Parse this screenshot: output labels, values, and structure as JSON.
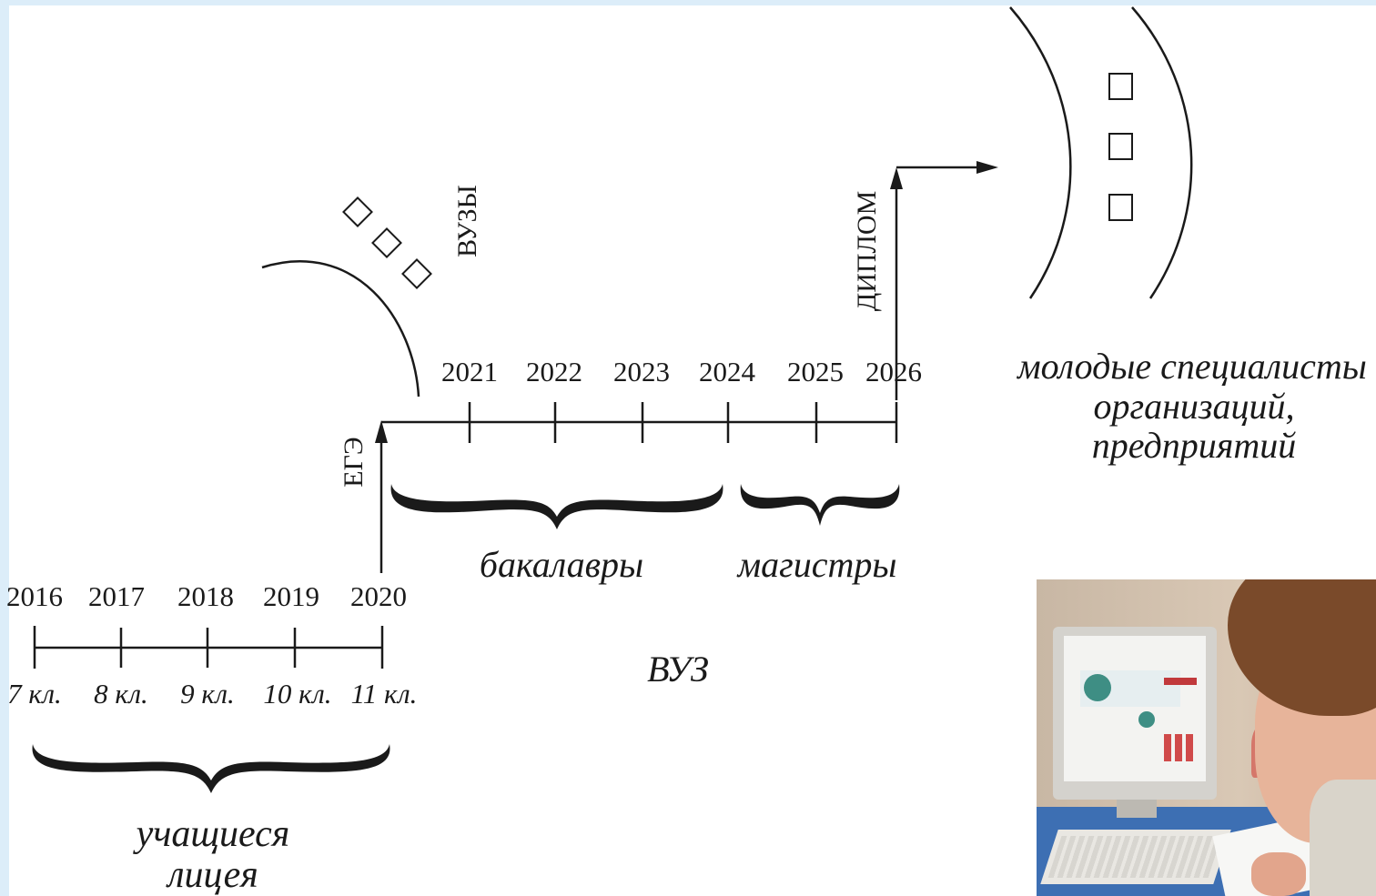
{
  "school": {
    "years": [
      "2016",
      "2017",
      "2018",
      "2019",
      "2020"
    ],
    "grades": [
      "7 кл.",
      "8 кл.",
      "9 кл.",
      "10 кл.",
      "11 кл."
    ],
    "caption_line1": "учащиеся",
    "caption_line2": "лицея"
  },
  "exam_label": "ЕГЭ",
  "universities_label": "ВУЗЫ",
  "university": {
    "years": [
      "2021",
      "2022",
      "2023",
      "2024",
      "2025",
      "2026"
    ],
    "bachelors": "бакалавры",
    "masters": "магистры",
    "label": "ВУЗ"
  },
  "diploma_label": "ДИПЛОМ",
  "specialists": {
    "line1": "молодые специалисты",
    "line2": "организаций,",
    "line3": "предприятий"
  },
  "photo": {
    "description_icon": "student-at-computer-photo"
  },
  "colors": {
    "frame": "#dcedf9",
    "canvas": "#ffffff",
    "ink": "#1a1a1a"
  }
}
